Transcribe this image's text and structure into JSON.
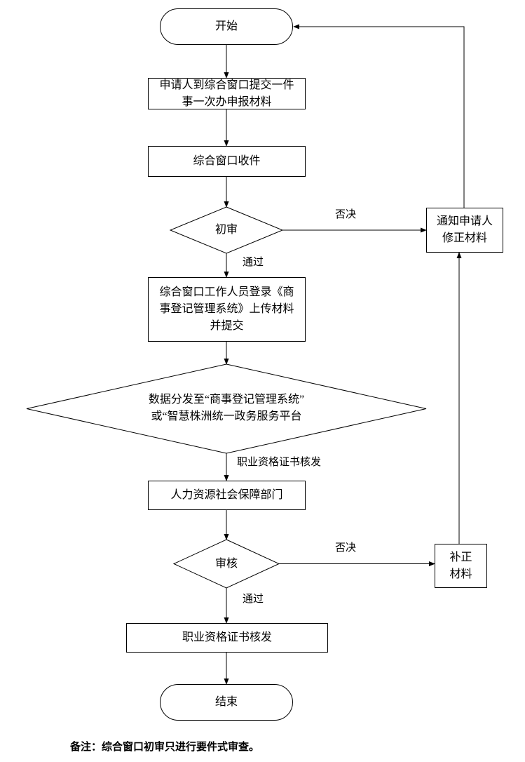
{
  "flowchart": {
    "nodes": {
      "start": "开始",
      "submit": "申请人到综合窗口提交一件\n事一次办申报材料",
      "receive": "综合窗口收件",
      "initial_review": "初审",
      "notify": "通知申请人\n修正材料",
      "upload": "综合窗口工作人员登录《商\n事登记管理系统》上传材料\n并提交",
      "distribute": "数据分发至“商事登记管理系统”\n或“智慧株洲统一政务服务平台",
      "hrss": "人力资源社会保障部门",
      "review": "审核",
      "correct": "补正\n材料",
      "issue": "职业资格证书核发",
      "end": "结束"
    },
    "edge_labels": {
      "reject1": "否决",
      "pass1": "通过",
      "cert": "职业资格证书核发",
      "reject2": "否决",
      "pass2": "通过"
    },
    "note": "备注：综合窗口初审只进行要件式审查。"
  }
}
